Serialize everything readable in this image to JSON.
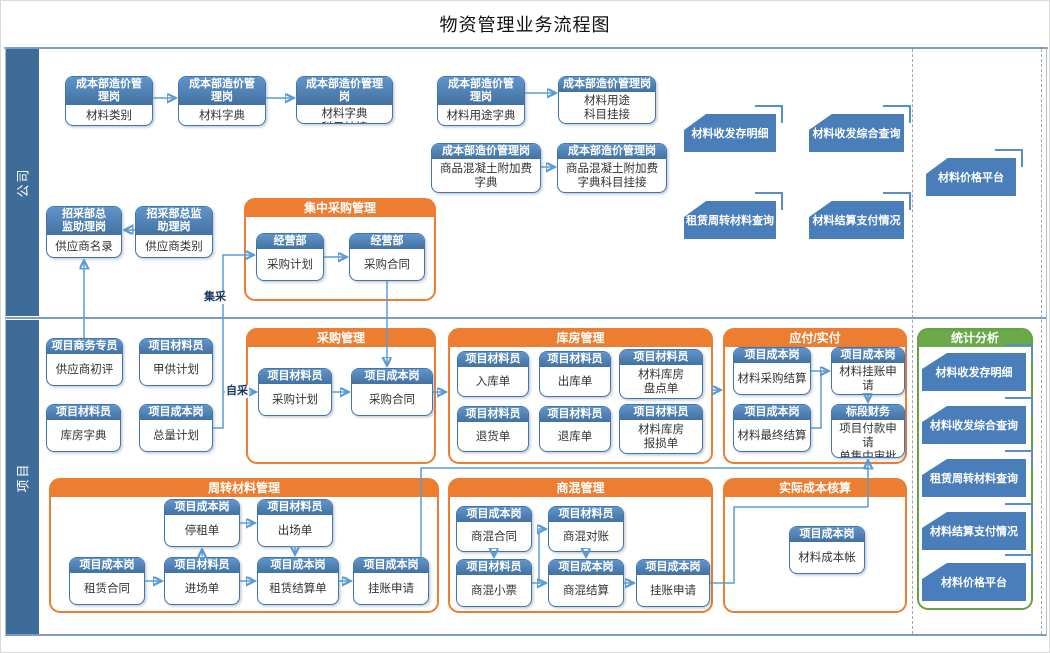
{
  "title": "物资管理业务流程图",
  "lanes": {
    "company": "公司",
    "project": "项目"
  },
  "flow_labels": {
    "central": "集采",
    "self": "自采"
  },
  "groups": {
    "central_purchase": "集中采购管理",
    "purchase": "采购管理",
    "warehouse": "库房管理",
    "payable": "应付/实付",
    "stats": "统计分析",
    "turnover": "周转材料管理",
    "mix": "商混管理",
    "actual_cost": "实际成本核算"
  },
  "nodes": {
    "mat_category": {
      "role": "成本部造价管理岗",
      "doc": "材料类别"
    },
    "mat_dict": {
      "role": "成本部造价管理岗",
      "doc": "材料字典"
    },
    "mat_dict_link": {
      "role": "成本部造价管理岗",
      "doc": "材料字典\n科目挂接"
    },
    "mat_use_dict": {
      "role": "成本部造价管理岗",
      "doc": "材料用途字典"
    },
    "mat_use_link": {
      "role": "成本部造价管理岗",
      "doc": "材料用途\n科目挂接"
    },
    "concrete_dict": {
      "role": "成本部造价管理岗",
      "doc": "商品混凝土附加费字典"
    },
    "concrete_link": {
      "role": "成本部造价管理岗",
      "doc": "商品混凝土附加费字典科目挂接"
    },
    "supplier_roster": {
      "role": "招采部总监助理岗",
      "doc": "供应商名录"
    },
    "supplier_category": {
      "role": "招采部总监助理岗",
      "doc": "供应商类别"
    },
    "central_plan": {
      "role": "经营部",
      "doc": "采购计划"
    },
    "central_contract": {
      "role": "经营部",
      "doc": "采购合同"
    },
    "supplier_review": {
      "role": "项目商务专员",
      "doc": "供应商初评"
    },
    "owner_supply_plan": {
      "role": "项目材料员",
      "doc": "甲供计划"
    },
    "warehouse_dict": {
      "role": "项目材料员",
      "doc": "库房字典"
    },
    "total_plan": {
      "role": "项目成本岗",
      "doc": "总量计划"
    },
    "purchase_plan": {
      "role": "项目材料员",
      "doc": "采购计划"
    },
    "purchase_contract": {
      "role": "项目成本岗",
      "doc": "采购合同"
    },
    "inbound": {
      "role": "项目材料员",
      "doc": "入库单"
    },
    "outbound": {
      "role": "项目材料员",
      "doc": "出库单"
    },
    "stocktake": {
      "role": "项目材料员",
      "doc": "材料库房\n盘点单"
    },
    "return_goods": {
      "role": "项目材料员",
      "doc": "退货单"
    },
    "return_store": {
      "role": "项目材料员",
      "doc": "退库单"
    },
    "damage": {
      "role": "项目材料员",
      "doc": "材料库房\n报损单"
    },
    "purchase_settlement": {
      "role": "项目成本岗",
      "doc": "材料采购结算"
    },
    "credit_request": {
      "role": "项目成本岗",
      "doc": "材料挂账申请"
    },
    "final_settlement": {
      "role": "项目成本岗",
      "doc": "材料最终结算"
    },
    "payment_approval": {
      "role": "标段财务",
      "doc": "项目付款申请\n单集中审批"
    },
    "stop_rent": {
      "role": "项目成本岗",
      "doc": "停租单"
    },
    "exit_site": {
      "role": "项目材料员",
      "doc": "出场单"
    },
    "rent_contract": {
      "role": "项目成本岗",
      "doc": "租赁合同"
    },
    "enter_site": {
      "role": "项目材料员",
      "doc": "进场单"
    },
    "rent_settlement": {
      "role": "项目成本岗",
      "doc": "租赁结算单"
    },
    "turnover_credit": {
      "role": "项目成本岗",
      "doc": "挂账申请"
    },
    "mix_contract": {
      "role": "项目成本岗",
      "doc": "商混合同"
    },
    "mix_reconcile": {
      "role": "项目材料员",
      "doc": "商混对账"
    },
    "mix_ticket": {
      "role": "项目材料员",
      "doc": "商混小票"
    },
    "mix_settlement": {
      "role": "项目成本岗",
      "doc": "商混结算"
    },
    "mix_credit": {
      "role": "项目成本岗",
      "doc": "挂账申请"
    },
    "material_cost_account": {
      "role": "项目成本岗",
      "doc": "材料成本帐"
    }
  },
  "company_queries": [
    "材料收发存明细",
    "材料收发综合查询",
    "租赁周转材料查询",
    "材料结算支付情况",
    "材料价格平台"
  ],
  "stats_queries": [
    "材料收发存明细",
    "材料收发综合查询",
    "租赁周转材料查询",
    "材料结算支付情况",
    "材料价格平台"
  ],
  "colors": {
    "node_header": "#4e86c0",
    "group_orange": "#ed7d31",
    "group_green": "#6aaa4b",
    "query_fill": "#4a7ebb",
    "connector": "#5b9bd5",
    "lane_bar": "#3e6c99"
  }
}
